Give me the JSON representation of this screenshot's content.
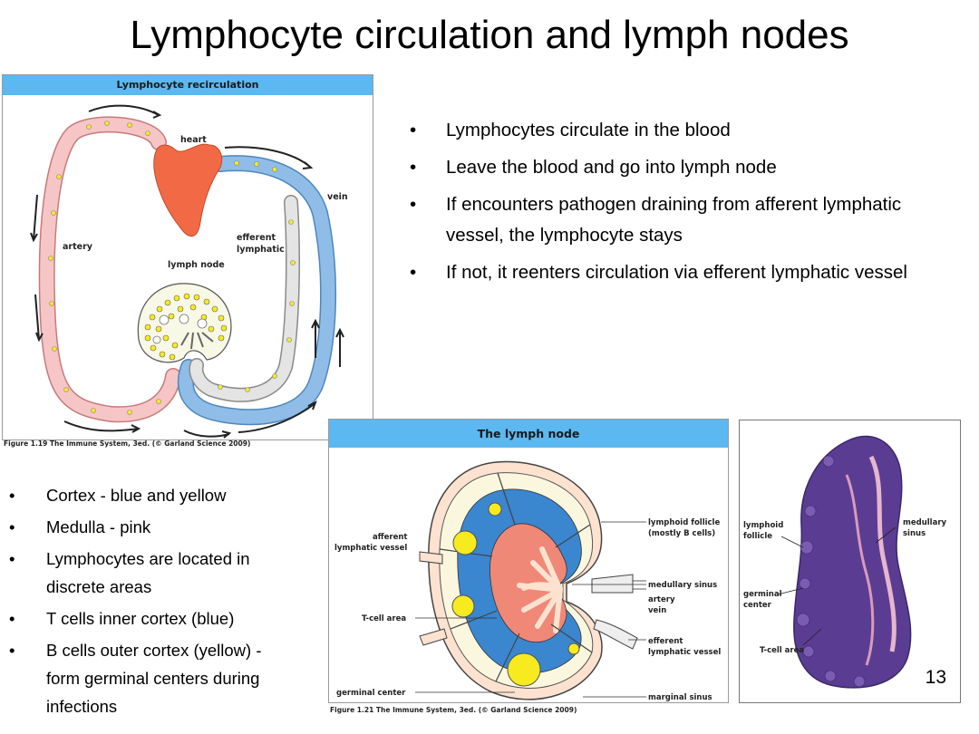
{
  "slide": {
    "title": "Lymphocyte circulation and lymph nodes",
    "page_number": "13"
  },
  "figure_recirculation": {
    "header": "Lymphocyte recirculation",
    "caption": "Figure 1.19 The Immune System, 3ed. (© Garland Science 2009)",
    "labels": {
      "heart": "heart",
      "vein": "vein",
      "artery": "artery",
      "efferent": "efferent",
      "lymphatic": "lymphatic",
      "lymph_node": "lymph node"
    }
  },
  "bullets_right": [
    "Lymphocytes circulate in the blood",
    "Leave the blood and go into lymph node",
    "If encounters pathogen draining from afferent lymphatic vessel, the lymphocyte  stays",
    "If not, it reenters circulation via efferent lymphatic vessel"
  ],
  "bullets_left": [
    "Cortex - blue and yellow",
    "Medulla - pink",
    "Lymphocytes are located in discrete areas",
    "T cells inner cortex (blue)",
    "B cells outer cortex (yellow) - form germinal centers during infections"
  ],
  "figure_lymph_node": {
    "header": "The lymph node",
    "caption": "Figure 1.21 The Immune System, 3ed. (© Garland Science 2009)",
    "labels": {
      "afferent_1": "afferent",
      "afferent_2": "lymphatic vessel",
      "t_cell_area": "T-cell area",
      "germinal_center": "germinal center",
      "follicle_1": "lymphoid follicle",
      "follicle_2": "(mostly B cells)",
      "medullary_sinus": "medullary sinus",
      "artery": "artery",
      "vein": "vein",
      "efferent_1": "efferent",
      "efferent_2": "lymphatic vessel",
      "marginal_sinus": "marginal sinus"
    }
  },
  "figure_histology": {
    "labels": {
      "lymphoid_1": "lymphoid",
      "lymphoid_2": "follicle",
      "medullary_1": "medullary",
      "medullary_2": "sinus",
      "germinal_1": "germinal",
      "germinal_2": "center",
      "t_cell_area": "T-cell area"
    }
  },
  "colors": {
    "header_blue": "#5bb8f0",
    "artery_pink": "#f6c6c6",
    "vein_blue": "#8fbde8",
    "heart_red": "#f26a45",
    "t_cell_blue": "#3a86cf",
    "b_cell_yellow": "#f7ea1f",
    "medulla_pink": "#f08877"
  }
}
